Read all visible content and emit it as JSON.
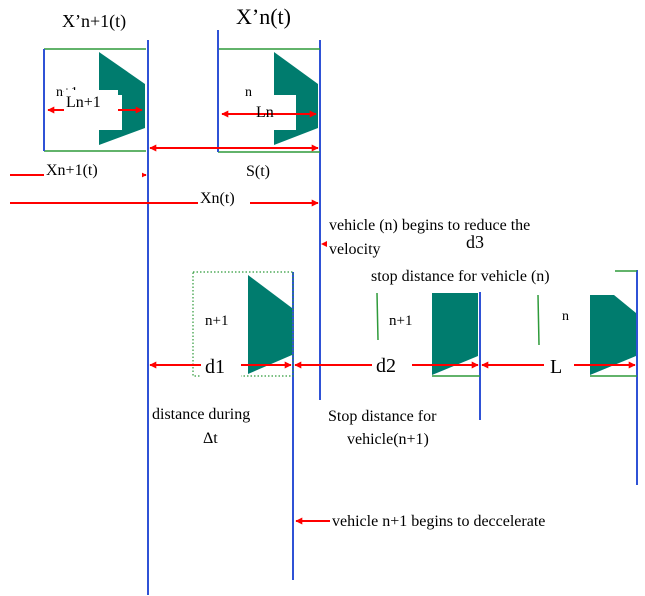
{
  "labels": {
    "pos_follower": "X’n+1(t)",
    "pos_leader": "X’n(t)",
    "veh_follower_top": "n+1",
    "veh_leader_top": "n",
    "len_follower": "Ln+1",
    "len_leader": "Ln",
    "x_follower": "Xn+1(t)",
    "x_leader": "Xn(t)",
    "spacing": "S(t)",
    "leader_brake_line1": "vehicle (n) begins to reduce the",
    "leader_brake_line2": "velocity",
    "d3": "d3",
    "stop_leader": "stop distance for vehicle (n)",
    "veh_follower_b1": "n+1",
    "veh_follower_b2": "n+1",
    "veh_leader_bottom": "n",
    "d1": "d1",
    "d2": "d2",
    "L": "L",
    "delay_line1": "distance during",
    "delay_line2": "Δt",
    "stop_follower_line1": "Stop distance for",
    "stop_follower_line2": "vehicle(n+1)",
    "follower_decel": "vehicle n+1 begins to deccelerate"
  },
  "colors": {
    "vehicle": "#007C6E",
    "reference_line": "#2F52D6",
    "vehicle_box": "#2E9A3A",
    "arrow": "#FF0000"
  }
}
